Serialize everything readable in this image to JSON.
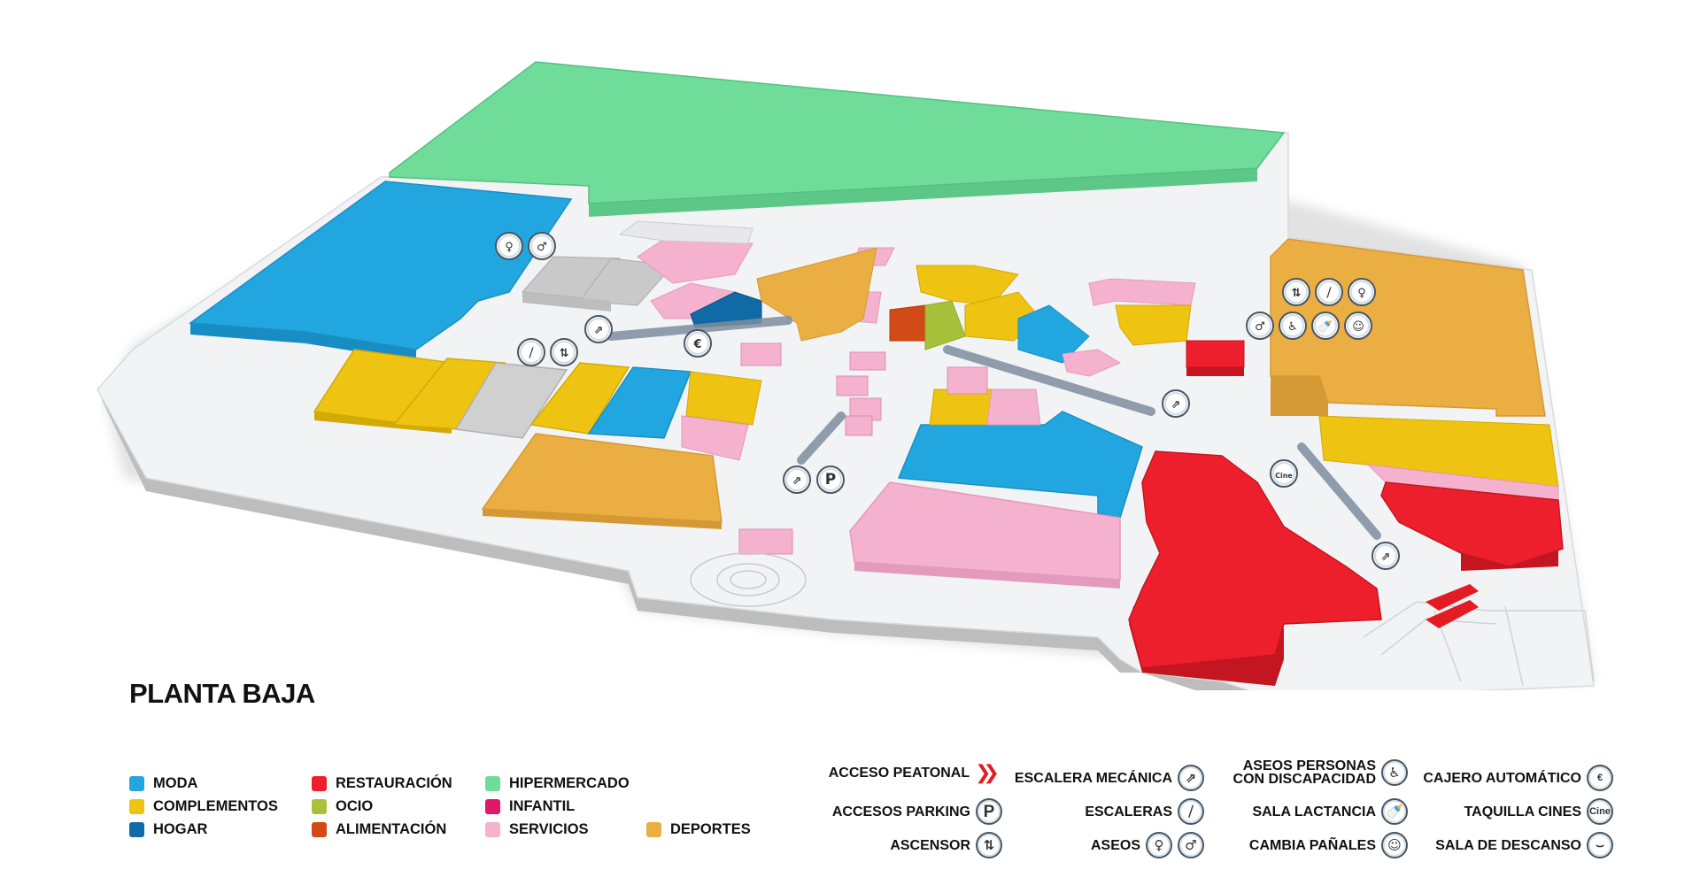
{
  "map": {
    "title": "PLANTA BAJA",
    "floor_icons": [
      {
        "name": "escalator-icon",
        "glyph": "⇗",
        "label": ""
      },
      {
        "name": "parking-icon",
        "glyph": "P",
        "label": ""
      },
      {
        "name": "cinema-ticket-icon",
        "glyph": "Cine",
        "label": ""
      },
      {
        "name": "atm-icon",
        "glyph": "€",
        "label": ""
      },
      {
        "name": "elevator-icon",
        "glyph": "⇅",
        "label": ""
      },
      {
        "name": "stairs-icon",
        "glyph": "⧸",
        "label": ""
      },
      {
        "name": "toilet-women-icon",
        "glyph": "♀",
        "label": ""
      },
      {
        "name": "toilet-men-icon",
        "glyph": "♂",
        "label": ""
      },
      {
        "name": "accessible-toilet-icon",
        "glyph": "♿",
        "label": ""
      },
      {
        "name": "nursing-room-icon",
        "glyph": "🍼",
        "label": ""
      },
      {
        "name": "baby-change-icon",
        "glyph": "☺",
        "label": ""
      }
    ]
  },
  "legend": {
    "categories": [
      {
        "key": "moda",
        "label": "MODA",
        "color": "#22a6df"
      },
      {
        "key": "complementos",
        "label": "COMPLEMENTOS",
        "color": "#eec311"
      },
      {
        "key": "hogar",
        "label": "HOGAR",
        "color": "#0f6aa5"
      },
      {
        "key": "restauracion",
        "label": "RESTAURACIÓN",
        "color": "#ee1f2d"
      },
      {
        "key": "ocio",
        "label": "OCIO",
        "color": "#a7c23a"
      },
      {
        "key": "alimentacion",
        "label": "ALIMENTACIÓN",
        "color": "#d24a16"
      },
      {
        "key": "hipermercado",
        "label": "HIPERMERCADO",
        "color": "#6fdd99"
      },
      {
        "key": "infantil",
        "label": "INFANTIL",
        "color": "#e0176b"
      },
      {
        "key": "servicios",
        "label": "SERVICIOS",
        "color": "#f4b2cf"
      },
      {
        "key": "deportes",
        "label": "DEPORTES",
        "color": "#ebae43"
      }
    ],
    "services": {
      "acceso_peatonal": "ACCESO PEATONAL",
      "accesos_parking": "ACCESOS PARKING",
      "ascensor": "ASCENSOR",
      "escalera_mecanica": "ESCALERA MECÁNICA",
      "escaleras": "ESCALERAS",
      "aseos": "ASEOS",
      "aseos_discapacidad_1": "ASEOS PERSONAS",
      "aseos_discapacidad_2": "CON DISCAPACIDAD",
      "sala_lactancia": "SALA LACTANCIA",
      "cambia_panales": "CAMBIA PAÑALES",
      "cajero_automatico": "CAJERO AUTOMÁTICO",
      "taquilla_cines": "TAQUILLA CINES",
      "sala_descanso": "SALA DE DESCANSO"
    },
    "service_icons": {
      "parking": "P",
      "ascensor": "⇅",
      "escalera_mecanica": "⇗",
      "escaleras": "⧸",
      "aseos_women": "♀",
      "aseos_men": "♂",
      "discapacidad": "♿",
      "lactancia": "🍼",
      "panales": "☺",
      "cajero": "€",
      "cines": "Cine",
      "descanso": "⌣"
    }
  }
}
